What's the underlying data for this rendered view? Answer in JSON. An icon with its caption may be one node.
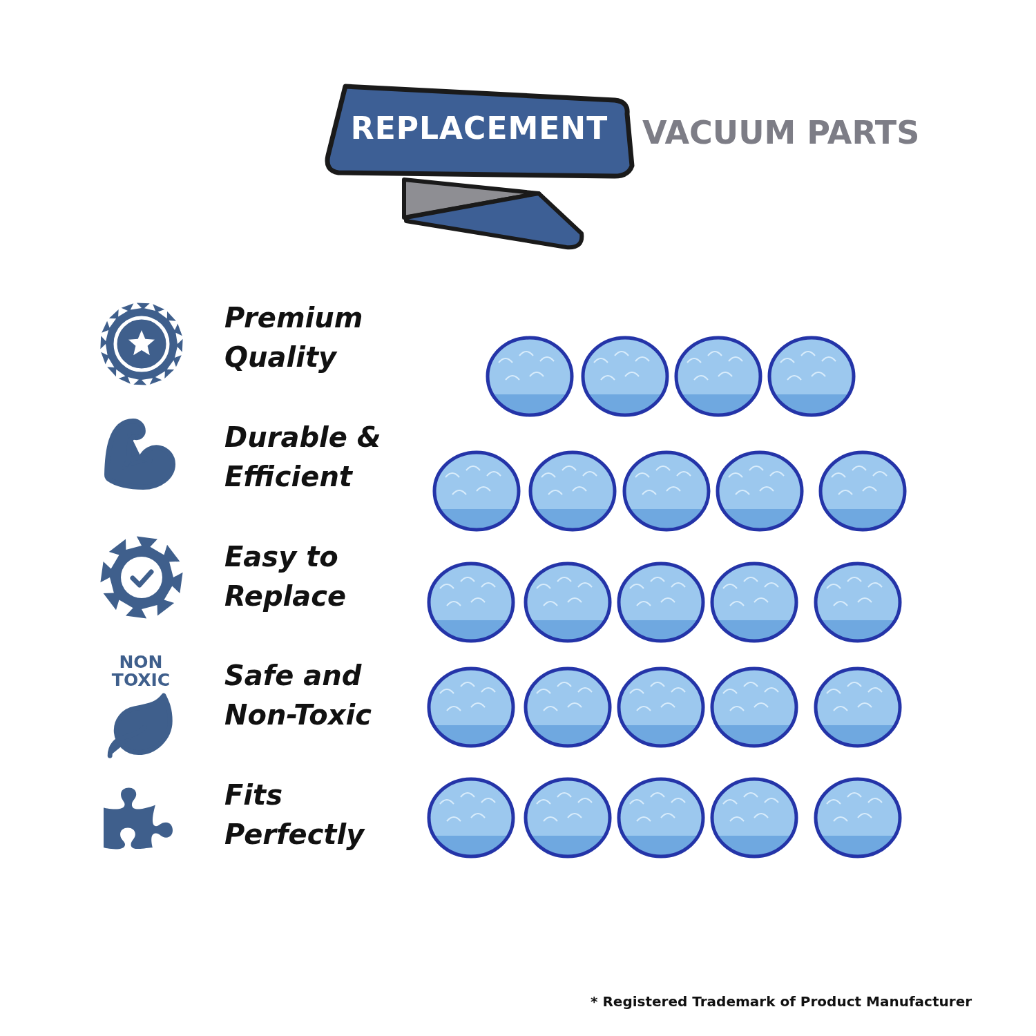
{
  "diagram": {
    "nodes": [
      {
        "text": [
          "REPLACEMENT"
        ]
      }
    ],
    "labels": [
      "VACUUM PARTS",
      "Premium Quality",
      "Durable & Efficient",
      "Easy to Replace",
      "NON TOXIC",
      "Safe and Non-Toxic",
      "Fits Perfectly",
      "* Registered Trademark of Product Manufacturer"
    ]
  }
}
